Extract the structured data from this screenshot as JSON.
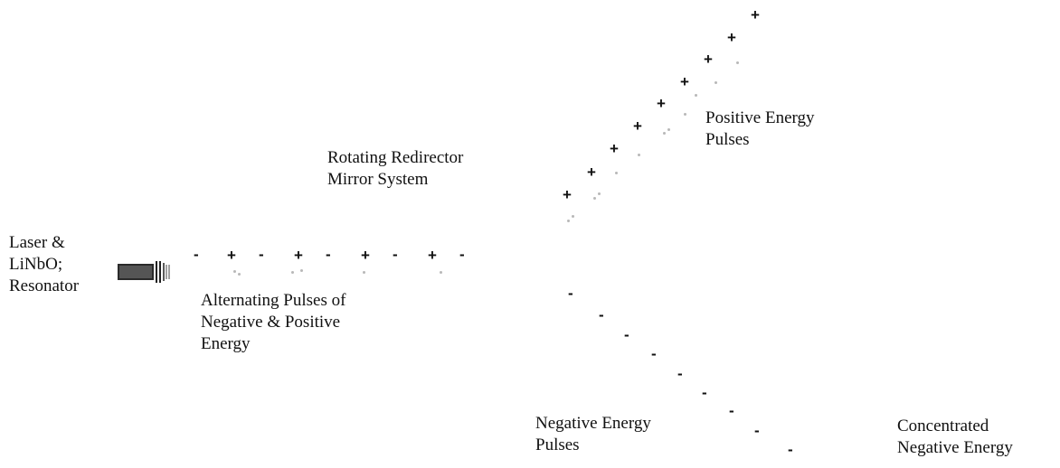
{
  "labels": {
    "laser": [
      "Laser &",
      "LiNbO;",
      "Resonator"
    ],
    "mirror": [
      "Rotating Redirector",
      "Mirror System"
    ],
    "positive": [
      "Positive Energy",
      "Pulses"
    ],
    "alternating": [
      "Alternating Pulses of",
      "Negative & Positive",
      "Energy"
    ],
    "negative": [
      "Negative Energy",
      "Pulses"
    ],
    "concentrated": [
      "Concentrated",
      "Negative Energy"
    ]
  },
  "symbols": {
    "plus": "+",
    "minus": "-"
  },
  "colors": {
    "ink": "#111111",
    "device": "#2a2a2a",
    "faint": "#b8b8b8"
  }
}
